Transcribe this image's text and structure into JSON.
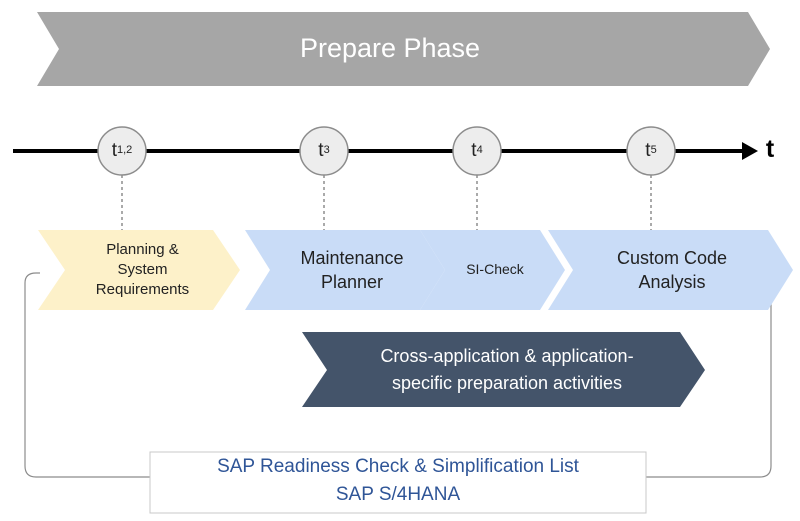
{
  "phase": {
    "label": "Prepare Phase"
  },
  "timeline": {
    "axis_label": "t",
    "markers": [
      {
        "base": "t",
        "sub": "1,2"
      },
      {
        "base": "t",
        "sub": "3"
      },
      {
        "base": "t",
        "sub": "4"
      },
      {
        "base": "t",
        "sub": "5"
      }
    ]
  },
  "steps": [
    {
      "label": "Planning &\nSystem\nRequirements",
      "fill": "#fdf1c9"
    },
    {
      "label": "Maintenance\nPlanner",
      "fill": "#c9dcf7"
    },
    {
      "label": "SI-Check",
      "fill": "#c9dcf7"
    },
    {
      "label": "Custom Code\nAnalysis",
      "fill": "#c9dcf7"
    }
  ],
  "activities": {
    "label": "Cross-application & application-\nspecific preparation activities",
    "fill": "#44546a"
  },
  "readiness": {
    "line1": "SAP Readiness Check & Simplification List",
    "line2": "SAP S/4HANA",
    "color": "#2f5597"
  },
  "colors": {
    "phase_fill": "#a6a6a6",
    "marker_fill": "#ededed",
    "marker_stroke": "#8c8c8c"
  }
}
